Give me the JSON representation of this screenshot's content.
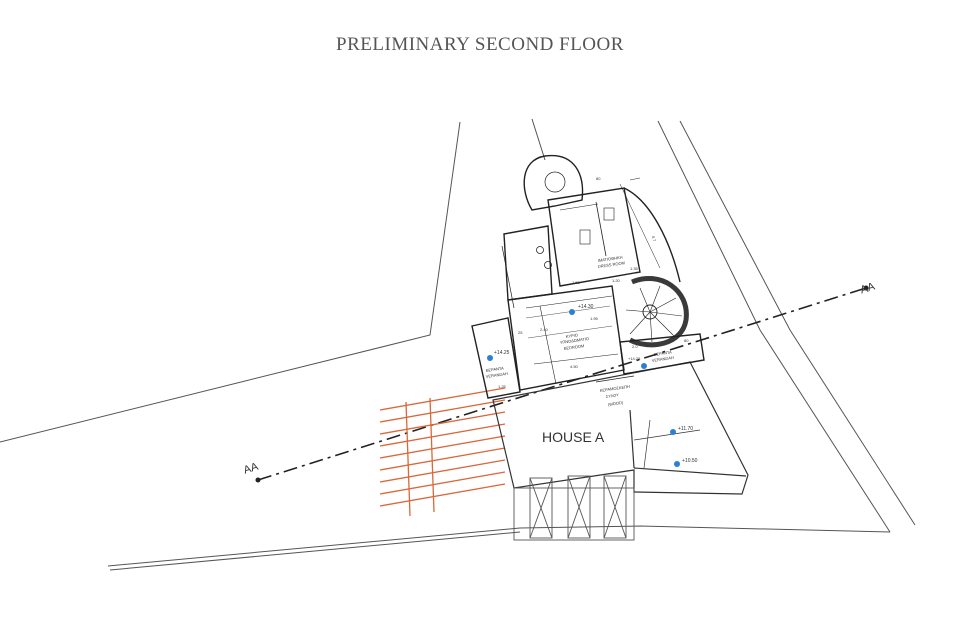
{
  "title": "PRELIMINARY SECOND FLOOR",
  "colors": {
    "line": "#444444",
    "pergola": "#d9673a",
    "marker": "#2c7fd6"
  },
  "section": {
    "left_label": "AA",
    "right_label": "AA"
  },
  "house_label": "HOUSE A",
  "rooms": {
    "dress_gr": "ΙΜΑΤΙΟΘΗΚΗ",
    "dress_en": "DRESS ROOM",
    "bed_gr": "ΚΥΡΙΟ",
    "bed_gr2": "ΥΠΝΟΔΩΜΑΤΙΟ",
    "bed_en": "BEDROOM",
    "veranda_left_gr": "ΒΕΡΑΝΤΑ",
    "veranda_left_gr2": "VERANDAH",
    "veranda_right_gr": "ΒΕΡΑΝΤΑ",
    "veranda_right_gr2": "VERANDAH",
    "roof_gr": "ΚΕΡΑΜΟΣΚΕΠΗ",
    "roof_gr2": "ΣΥΛΟΥ",
    "roof_en": "(WOOD)"
  },
  "levels": {
    "bedroom": "+14.30",
    "veranda_left": "+14.25",
    "veranda_right": "+14.25",
    "roof_right": "+11.70",
    "roof_lower": "+10.50"
  },
  "dims": {
    "d80a": "80",
    "d155": "1.55",
    "d195": "1.95",
    "d240": "2.40",
    "d450": "4.50",
    "d125": "1.25",
    "d135": "1.35",
    "d120": "1.20",
    "d80b": "80",
    "d25": "25",
    "d47": "4.7",
    "d20": "2.0"
  }
}
